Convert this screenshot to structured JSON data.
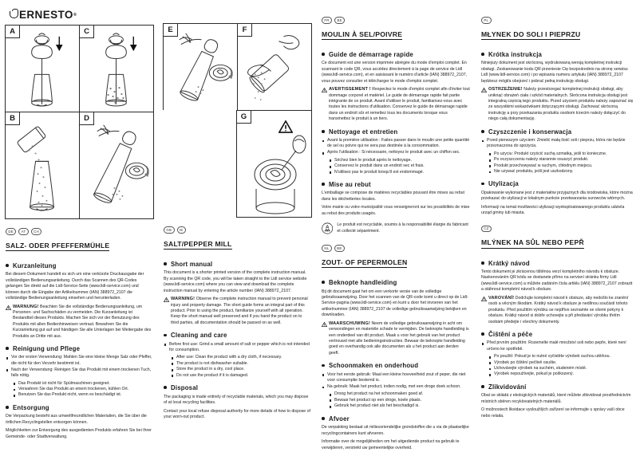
{
  "brand": {
    "name": "ERNESTO",
    "registered": "®"
  },
  "figures": [
    {
      "label": "A",
      "name": "figure-a-unscrew-top"
    },
    {
      "label": "C",
      "name": "figure-c-mill-filled"
    },
    {
      "label": "E",
      "name": "figure-e-close-lid"
    },
    {
      "label": "F",
      "name": "figure-f-grind-over-hand"
    },
    {
      "label": "B",
      "name": "figure-b-fill-with-salt"
    },
    {
      "label": "D",
      "name": "figure-d-adjust-grinder"
    },
    {
      "label": "G",
      "name": "figure-g-warning-grinder-detail"
    }
  ],
  "columns": [
    {
      "id": "de",
      "flags": [
        "DE",
        "AT",
        "CH"
      ],
      "title": "SALZ- ODER PFEFFERMÜHLE",
      "sections": [
        {
          "heading": "Kurzanleitung",
          "paragraphs": [
            "Bei diesem Dokument handelt es sich um eine verkürzte Druckausgabe der vollständigen Bedienungsanleitung. Durch das Scannen des QR-Codes gelangen Sie direkt auf die Lidl-Service-Seite (www.lidl-service.com) und können durch die Eingabe der Artikelnummer (IAN) 388972_2107 die vollständige Bedienungsanleitung einsehen und herunterladen."
          ],
          "warning": {
            "label": "WARNUNG!",
            "text": "Beachten Sie die vollständige Bedienungsanleitung, um Personen- und Sachschäden zu vermeiden. Die Kurzanleitung ist Bestandteil dieses Produkts. Machen Sie sich vor der Benutzung des Produkts mit allen Bedienhinweisen vertraut. Bewahren Sie die Kurzanleitung gut auf und händigen Sie alle Unterlagen bei Weitergabe des Produkts an Dritte mit aus."
          }
        },
        {
          "heading": "Reinigung und Pflege",
          "list": [
            {
              "text": "Vor der ersten Verwendung: Mahlen Sie eine kleine Menge Salz oder Pfeffer, die nicht für den Verzehr bestimmt ist.",
              "sub": []
            },
            {
              "text": "Nach der Verwendung: Reinigen Sie das Produkt mit einem trockenen Tuch, falls nötig.",
              "sub": [
                "Das Produkt ist nicht für Spülmaschinen geeignet.",
                "Verwahren Sie das Produkt an einem trockenen, kühlen Ort.",
                "Benutzen Sie das Produkt nicht, wenn es beschädigt ist."
              ]
            }
          ]
        },
        {
          "heading": "Entsorgung",
          "paragraphs": [
            "Die Verpackung besteht aus umweltfreundlichen Materialien, die Sie über die örtlichen Recyclingstellen entsorgen können.",
            "Möglichkeiten zur Entsorgung des ausgedienten Produkts erfahren Sie bei Ihrer Gemeinde- oder Stadtverwaltung."
          ]
        }
      ]
    },
    {
      "id": "gb",
      "flags": [
        "GB",
        "IE"
      ],
      "title": "SALT/PEPPER MILL",
      "sections": [
        {
          "heading": "Short manual",
          "paragraphs": [
            "This document is a shorter printed version of the complete instruction manual. By scanning the QR code, you will be taken straight to the Lidl service website (www.lidl-service.com) where you can view and download the complete instruction manual by entering the article number (IAN) 388972_2107."
          ],
          "warning": {
            "label": "WARNING!",
            "text": "Observe the complete instruction manual to prevent personal injury and property damage. The short guide forms an integral part of this product. Prior to using the product, familiarize yourself with all operation. Keep the short manual well preserved and if you hand the product on to third parties, all documentation should be passed on as well."
          }
        },
        {
          "heading": "Cleaning and care",
          "list": [
            {
              "text": "Before first use: Grind a small amount of salt or pepper which is not intended for consumption.",
              "sub": [
                "After use: Clean the product with a dry cloth, if necessary.",
                "The product is not dishwasher suitable.",
                "Store the product in a dry, cool place.",
                "Do not use the product if it is damaged."
              ]
            }
          ]
        },
        {
          "heading": "Disposal",
          "paragraphs": [
            "The packaging is made entirely of recyclable materials, which you may dispose of at local recycling facilities.",
            "Contact your local refuse disposal authority for more details of how to dispose of your worn-out product."
          ]
        }
      ]
    },
    {
      "id": "fr",
      "flags": [
        "FR",
        "BE"
      ],
      "title": "MOULIN À SEL/POIVRE",
      "sections": [
        {
          "heading": "Guide de démarrage rapide",
          "paragraphs": [
            "Ce document est une version imprimée abrégée du mode d'emploi complet. En scannant le code QR, vous accédez directement à la page de service de Lidl (www.lidl-service.com), et en saisissant le numéro d'article (IAN) 388972_2107, vous pouvez consulter et télécharger le mode d'emploi complet."
          ],
          "warning": {
            "label": "AVERTISSEMENT !",
            "text": "Respectez le mode d'emploi complet afin d'éviter tout dommage corporel et matériel. Le guide de démarrage rapide fait partie intégrante de ce produit. Avant d'utiliser le produit, familiarisez-vous avec toutes les instructions d'utilisation. Conservez le guide de démarrage rapide dans un endroit sûr et remettez tous les documents lorsque vous transmettez le produit à un tiers."
          }
        },
        {
          "heading": "Nettoyage et entretien",
          "list": [
            {
              "text": "Avant la première utilisation : Faites passer dans le moulin une petite quantité de sel ou poivre qui ne sera pas destinée à la consommation.",
              "sub": []
            },
            {
              "text": "Après l'utilisation : Si nécessaire, nettoyez le produit avec un chiffon sec.",
              "sub": [
                "Séchez bien le produit après le nettoyage.",
                "Conservez le produit dans un endroit sec et frais.",
                "N'utilisez pas le produit lorsqu'il est endommagé."
              ]
            }
          ]
        },
        {
          "heading": "Mise au rebut",
          "paragraphs": [
            "L'emballage se compose de matières recyclables pouvant être mises au rebut dans les déchetteries locales.",
            "Votre mairie ou votre municipalité vous renseigneront sur les possibilités de mise au rebut des produits usagés."
          ],
          "recycle_note": "Le produit est recyclable, soumis à la responsabilité élargie du fabricant et collecté séparément."
        }
      ],
      "second": {
        "flags": [
          "NL",
          "BE"
        ],
        "title": "ZOUT- OF PEPERMOLEN",
        "sections": [
          {
            "heading": "Beknopte handleiding",
            "paragraphs": [
              "Bij dit document gaat het om een verkorte versie van de volledige gebruiksaanwijzing. Door het scannen van de QR-code komt u direct op de Lidl-Service-pagina (www.lidl-service.com) en kunt u door het invoeren van het artikelnummer (IAN) 388972_2107 de volledige gebruiksaanwijzing bekijken en downloaden."
            ],
            "warning": {
              "label": "WAARSCHUWING!",
              "text": "Neem de volledige gebruiksaanwijzing in acht om verwondingen en materiële schade te vermijden. De beknopte handleiding is een onderdeel van dit product. Maak u voor het gebruik van het product vertrouwd met alle bedieningsinstructies. Bewaar de beknopte handleiding goed en overhandig ook alle documenten als u het product aan derden geeft."
            }
          },
          {
            "heading": "Schoonmaken en onderhoud",
            "list": [
              {
                "text": "Voor het eerste gebruik: Maal een kleine hoeveelheid zout of peper, die niet voor consumptie bestemd is.",
                "sub": []
              },
              {
                "text": "Na gebruik: Maak het product, indien nodig, met een droge doek schoon.",
                "sub": [
                  "Droog het product na het schoonmaken goed af.",
                  "Bewaar het product op een droge, koele plaats.",
                  "Gebruik het product niet als het beschadigd is."
                ]
              }
            ]
          },
          {
            "heading": "Afvoer",
            "paragraphs": [
              "De verpakking bestaat uit milieuvriendelijke grondstoffen die u via de plaatselijke recyclingcontainers kunt afvoeren.",
              "Informatie over de mogelijkheden om het uitgediende product na gebruik te verwijderen, verstrekt uw gemeentelijke overheid."
            ]
          }
        ]
      }
    },
    {
      "id": "pl",
      "flags": [
        "PL"
      ],
      "title": "MŁYNEK DO SOLI I PIEPRZU",
      "sections": [
        {
          "heading": "Krótka instrukcja",
          "paragraphs": [
            "Niniejszy dokument jest skróconą, wydrukowaną wersją kompletnej instrukcji obsługi. Zeskanowanie kodu QR przeniesie Cię bezpośrednio na stronę serwisu Lidl (www.lidl-service.com) i po wpisaniu numeru artykułu (IAN) 388972_2107 będziesz mógł/a obejrzeć i pobrać pełną instrukcję obsługi."
          ],
          "warning": {
            "label": "OSTRZEŻENIE!",
            "text": "Należy przestrzegać kompletnej instrukcji obsługi, aby uniknąć obrażeń ciała i szkód materialnych. Skrócona instrukcja obsługi jest integralną częścią tego produktu. Przed użyciem produktu należy zapoznać się ze wszystkimi wskazówkami dotyczącymi obsługi. Zachować skróconą instrukcję a przy przekazania produktu osobom trzecim należy dołączyć do niego całą dokumentację."
          }
        },
        {
          "heading": "Czyszczenie i konserwacja",
          "list": [
            {
              "text": "Przed pierwszym użyciem: Zmielić małą ilość soli i pieprzu, która nie będzie przeznaczona do spożycia.",
              "sub": [
                "Po użyciu: Produkt czyścić suchą szmatką, jeśli to konieczne.",
                "Po oczyszczeniu należy starannie osuszyć produkt.",
                "Produkt przechowywać w suchym, chłodnym miejscu.",
                "Nie używać produktu, jeśli jest uszkodzony."
              ]
            }
          ]
        },
        {
          "heading": "Utylizacja",
          "paragraphs": [
            "Opakowanie wykonane jest z materiałów przyjaznych dla środowiska, które można przekazać do utylizacji w lokalnym punkcie przetwarzania surowców wtórnych.",
            "Informacji na temat możliwości utylizacji wyeksploatowanego produktu udziela urząd gminy lub miasta."
          ]
        }
      ],
      "second": {
        "flags": [
          "CZ"
        ],
        "title": "MLÝNEK NA SŮL NEBO PEPŘ",
        "sections": [
          {
            "heading": "Krátký návod",
            "paragraphs": [
              "Tento dokument je zkrácenou tištěnou verzí kompletního návodu k obsluze. Naskenováním QR kódu se dostanete přímo na servisní stránku firmy Lidl (www.lidl-service.com) a můžete zadáním čísla artiklu (IAN) 388972_2107 zobrazit a stáhnout kompletní návod k obsluze."
            ],
            "warning": {
              "label": "VAROVÁNÍ!",
              "text": "Dodržujte kompletní návod k obsluze, aby nedošlo ke zranění osob a věcným škodám. Krátký návod k obsluze je nedílnou součástí tohoto produktu. Před použitím výrobku se nejdříve seznamte se všemi pokyny k obsluze. Krátký návod si dobře uchovejte a při předávání výrobku třetím osobám předejte i všechny dokumenty."
            }
          },
          {
            "heading": "Čištění a péče",
            "list": [
              {
                "text": "Před prvním použitím: Rozemelte malé množství soli nebo pepře, které není určeno ke spotřebě.",
                "sub": [
                  "Po použití: Pokud je to nutné vyčistěte výrobek suchou utěrkou.",
                  "Výrobek po čištění pečlivě osušte.",
                  "Uchovávejte výrobek na suchém, studeném místě.",
                  "Výrobek nepoužívejte, pokud je poškozený."
                ]
              }
            ]
          },
          {
            "heading": "Zlikvidování",
            "paragraphs": [
              "Obal se skládá z ekologických materiálů, které můžete zlikvidovat prostřednictvím místních sběren recyklovatelných materiálů.",
              "O možnostech likvidace vysloužilých zařízení se informujte u správy vaší obce nebo relaita."
            ]
          }
        ]
      }
    }
  ]
}
